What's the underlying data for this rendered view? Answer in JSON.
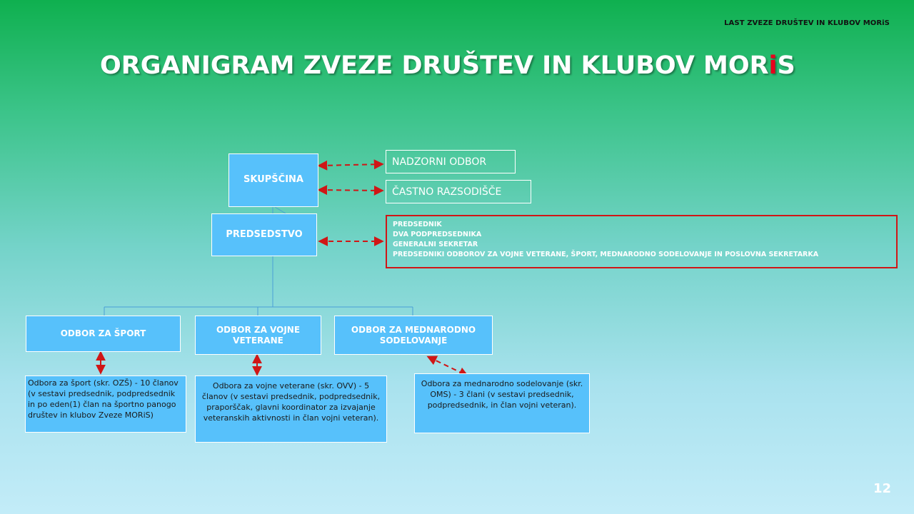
{
  "header_note": "LAST ZVEZE  DRUŠTEV  IN  KLUBOV  MORiS",
  "title": {
    "main": "ORGANIGRAM ZVEZE DRUŠTEV IN KLUBOV MOR",
    "accent": "i",
    "end": "S"
  },
  "nodes": {
    "skupscina": "SKUPŠČINA",
    "predsedstvo": "PREDSEDSTVO",
    "nadzorni": "NADZORNI ODBOR",
    "castno": "ČASTNO RAZSODIŠČE",
    "odbor_sport": "ODBOR ZA ŠPORT",
    "odbor_vojne": "ODBOR ZA VOJNE VETERANE",
    "odbor_mednarodno": "ODBOR ZA MEDNARODNO SODELOVANJE"
  },
  "predsedstvo_members": [
    "PREDSEDNIK",
    "DVA PODPREDSEDNIKA",
    "GENERALNI  SEKRETAR",
    "PREDSEDNIKI ODBOROV ZA VOJNE VETERANE,  ŠPORT,  MEDNARODNO SODELOVANJE IN POSLOVNA SEKRETARKA"
  ],
  "descriptions": {
    "sport": "Odbora za šport (skr. OZŠ) - 10 članov (v sestavi predsednik, podpredsednik in po eden(1) član na športno panogo društev in klubov Zveze MORiS)",
    "vojne": "Odbora za vojne veterane (skr. OVV) - 5 članov (v sestavi predsednik, podpredsednik, praporščak, glavni koordinator za izvajanje veteranskih aktivnosti in član vojni veteran).",
    "mednarodno": "Odbora za mednarodno sodelovanje (skr. OMS) - 3 člani (v sestavi predsednik, podpredsednik, in član vojni veteran)."
  },
  "page_number": "12",
  "colors": {
    "box": "#57c1fb",
    "arrow": "#d01616",
    "accent": "#e8001c",
    "connector": "#4a9fd6"
  }
}
